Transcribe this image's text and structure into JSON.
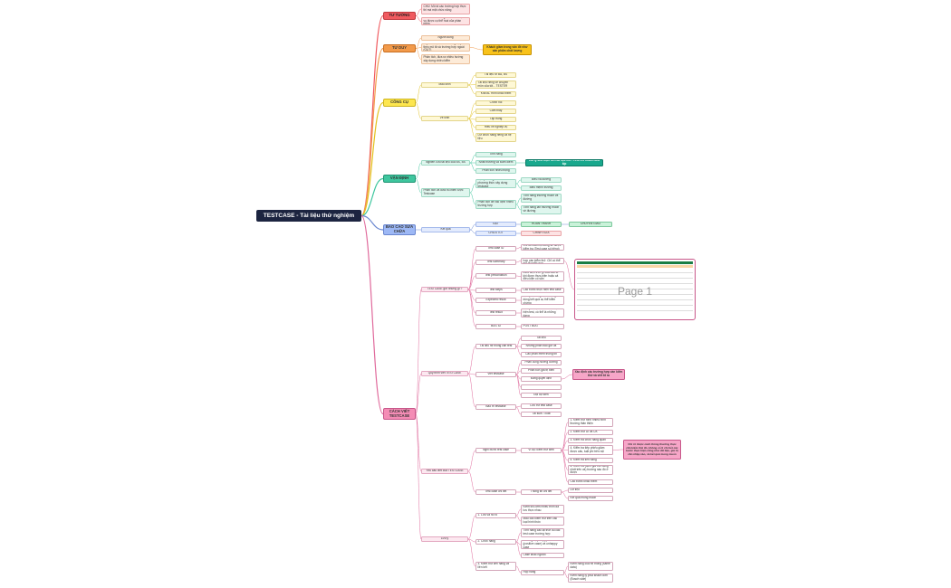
{
  "root": "TESTCASE - Tài liệu thử nghiệm",
  "categories": {
    "tu_tuong": "TƯ TƯỞNG",
    "tu_duy": "TƯ DUY",
    "cong_cu": "CÔNG CỤ",
    "van_dinh": "VẬN ĐỊNH",
    "bao_cao": "BÁO CÁO SỬA CHỮA",
    "cach_viet": "CÁCH VIẾT TESTCASE"
  },
  "tu_tuong": [
    "CHỦ: Mô tả các trường hợp thực thi mà một chức năng",
    "Tối ưu tốc tường cho các nhiệm vụ được cụ thể hoá của phần mềm"
  ],
  "tu_duy": {
    "items": [
      "Người dùng",
      "Lập kế hoạch các trường hợp theo mô tả và trường hợp ngoài (OUT)",
      "Phân tích, đưa ra nhiều hướng xây dựng nhiều kiểm"
    ],
    "callout": "Khách giàm trong vấn đề như sản phẩm chất lượng"
  },
  "cong_cu": {
    "mau_kinh": "Màu kinh",
    "mau_items": [
      "Tài liệu từ BA, BS",
      "Tài liệu riêng về chuyên môn của tốt... TESTER",
      "Khá BL Hình khác thêm"
    ],
    "ve_kinh": "Vẽ kinh",
    "ve_items": [
      "Chính nối",
      "Cảm thấy",
      "Tập trung",
      "Hiểu về nghiệp vụ",
      "Dữ chức năng riêng và hệ liệu"
    ]
  },
  "van_dinh": {
    "nghien_cuu": "Nghiên cứu tài liệu của BS, BS",
    "nc_items": [
      "Tính năng",
      "Nhất thường và Đảm điểm",
      "Phân tích nhiều trọng"
    ],
    "callout": "Hỏi lý khả thực tiễn tài liệu BS - TESTER nhằm hiểu kịp",
    "phan_tich": "Phân tích và đưa ra chiến lược Testcase",
    "pt_sub1": "Lựa phương án thử phương thức xây dựng testcase",
    "pt_sub1_items": [
      "Biểu và đường",
      "Biểu mệnh trướng"
    ],
    "pt_sub2": "Phân tích để xác định nhiều trường hợp",
    "pt_sub2_items": [
      "Tính năng thường muốn và đường",
      "Tính năng lần thường muốn về đường"
    ]
  },
  "bao_cao": {
    "ket_qua": "Kết quả",
    "dat": "ĐẠT",
    "hoan_thanh": "HOÀN THÀNH",
    "chuyen_giao": "CHUYỂN GIAO",
    "chua_tot": "CHƯA TỐT",
    "chinh_sua": "CHỈNH SỬA"
  },
  "cach_viet": {
    "thanh_phan": "TESTCASE giờ những gì ?",
    "tp_items": [
      [
        "Test case ID",
        "Chỉ số của mọi dòng sẽ được kiểm tra (Test case số riêng)"
      ],
      [
        "Test summary",
        "Cô mô tả tả bản đồ thường hợp cần kiểm thử. Chỉ có thể mô tả ngắn gọn"
      ],
      [
        "Test precondition",
        "Điều kiện trên gì của cầu từ khi được thực hiện hoặc cả điều kiện có sẵn"
      ],
      [
        "Test steps",
        "Các bước thực hiện test case"
      ],
      [
        "Expected result",
        "Kết quả mong đợi được ghi rõ dùng kết quả cụ thể kiểm chứng"
      ],
      [
        "Test result",
        "Kết quả thực tế sau khi thực hiện test, có thể là những dạng"
      ],
      [
        "BUG ID",
        "POST BUG"
      ]
    ],
    "quy_trinh": "Quy trình viết TESTCASE",
    "qt_groups": [
      {
        "label": "Tài liệu hệ thống cần test",
        "items": [
          "Tài liệu",
          "Những phần bao giờ và",
          "Các phần mềm thông tin"
        ]
      },
      {
        "label": "Viết testcase",
        "items": [
          "Phân cung hướng đường",
          "Phân tích giá trị biên",
          "Đảng quyết định",
          "",
          "Đội dự kiến"
        ]
      },
      {
        "label": "Bảo trì testcase",
        "items": [
          "Lưu trữ test case",
          "Tài sửa / Xuất"
        ]
      }
    ],
    "qt_callout": "Xác định các trường hợp cần kiểm thử và viết tổ ra",
    "yeu_cau": "Yêu cầu viết của TESTCASE",
    "yc_groups": [
      {
        "label": "Nghĩ bước test case",
        "sub": "Ví dụ: kiểm thử web",
        "items": [
          "1. Kiểm thử hình nhiều hình thường thân thiện",
          "2. Kiểm thử UI và UX",
          "3. Kiểm tra chức năng quan",
          "4. Kiểm tra tiếp phiếu giảm được cấu, luật phí trên nội",
          "5. Kiểm tra liên năng",
          "6. Kiểm tra (định giá thứ bằng nhất trên và) trường nào đó ở được",
          "Các bước khác thêm"
        ]
      },
      {
        "label": "Test case chi tiết",
        "sub": "Thông tin chi tiết",
        "items": [
          "Dữ liệu",
          "Kết quả mong muốn"
        ]
      }
    ],
    "yc_callout": "Chỉ rõ được cách thông thường thực cần kiểm thử đó, không cố tỉ chi tiết các bước thực hiện cũng như dữ liệu, giá trị cần nhập vào, và kết quả mong muốn",
    "luu_y": "Lưu ý",
    "ly_groups": [
      {
        "label": "1. Lưu và nó rõ",
        "items": [
          "Kiểm tra cơm nhiều trình đa lưu thực nhau",
          "Mẫu các kiểm thử trên các loại hình thức"
        ]
      },
      {
        "label": "2. Chức năng",
        "items": [
          "Tính năng các lại thời đủ các test case trường hợp",
          "Trường hợp happy case (positive case) và unhappy case",
          "Case khác ngược"
        ]
      },
      {
        "label": "3. Kiểm thử liên năng và liên kết",
        "items": [
          "Hộp nàng"
        ]
      }
    ],
    "ly_hop": [
      "Kiểm năng của hệ thống (same data)",
      "Kiểm năng lý phía khách đơn (Bosch side)"
    ]
  },
  "sheet_label": "Page 1"
}
